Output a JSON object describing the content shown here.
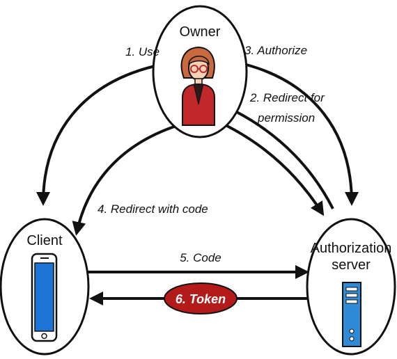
{
  "nodes": {
    "owner": {
      "label": "Owner"
    },
    "client": {
      "label": "Client"
    },
    "authorization_server": {
      "label_line1": "Authorization",
      "label_line2": "server"
    }
  },
  "edges": {
    "use": "1. Use",
    "redirect_for_permission_line1": "2. Redirect for",
    "redirect_for_permission_line2": "permission",
    "authorize": "3. Authorize",
    "redirect_with_code": "4. Redirect with code",
    "code": "5. Code",
    "token": "6. Token"
  },
  "icons": {
    "owner": "person-icon",
    "client": "smartphone-icon",
    "authorization_server": "server-icon"
  },
  "colors": {
    "token_badge": "#b31b1b",
    "person_shirt": "#c0282a",
    "person_hair": "#c76b3e",
    "phone_screen": "#1e73d6",
    "server_body": "#2f8bd8"
  }
}
